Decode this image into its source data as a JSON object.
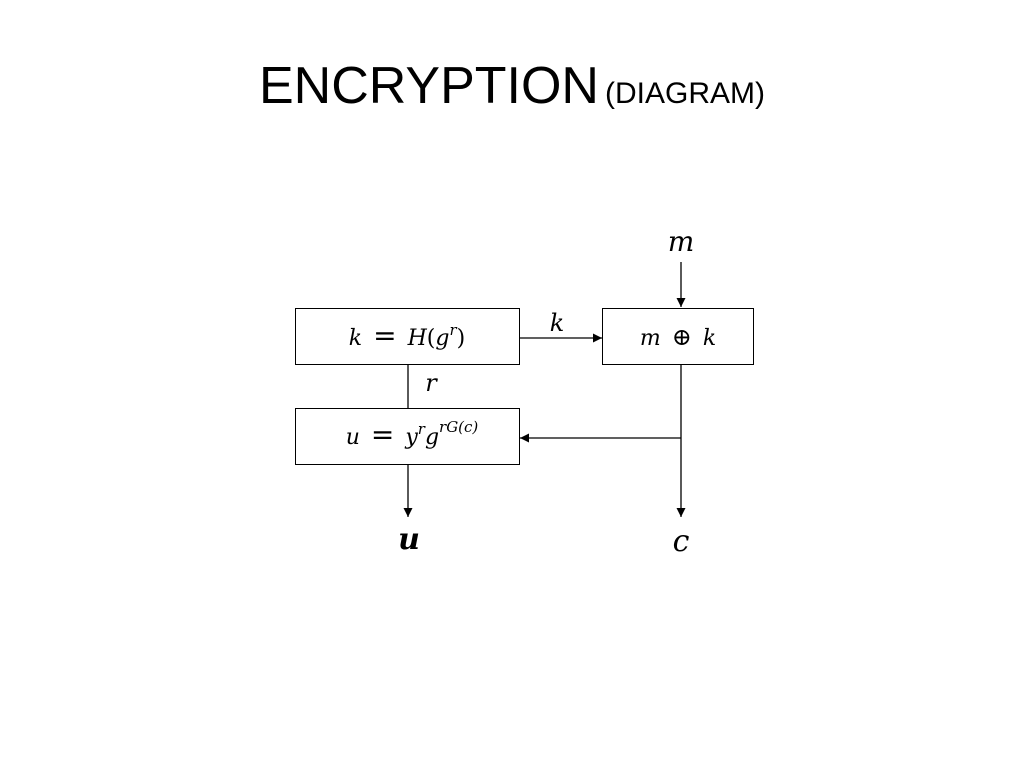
{
  "slide": {
    "title": "ENCRYPTION",
    "subtitle": "(DIAGRAM)"
  },
  "diagram": {
    "input_m": "m",
    "box_hash": {
      "k": "k",
      "eq": "=",
      "h": "H",
      "open": "(",
      "g": "g",
      "sup_r": "r",
      "close": ")"
    },
    "edge_k_label": "k",
    "box_xor": {
      "m": "m",
      "op": "⊕",
      "k": "k"
    },
    "edge_r_label": "r",
    "box_u": {
      "u": "u",
      "eq": "=",
      "y": "y",
      "sup_r": "r",
      "g": "g",
      "sup_exp": "rG(c)"
    },
    "output_u": "u",
    "output_c": "c"
  }
}
